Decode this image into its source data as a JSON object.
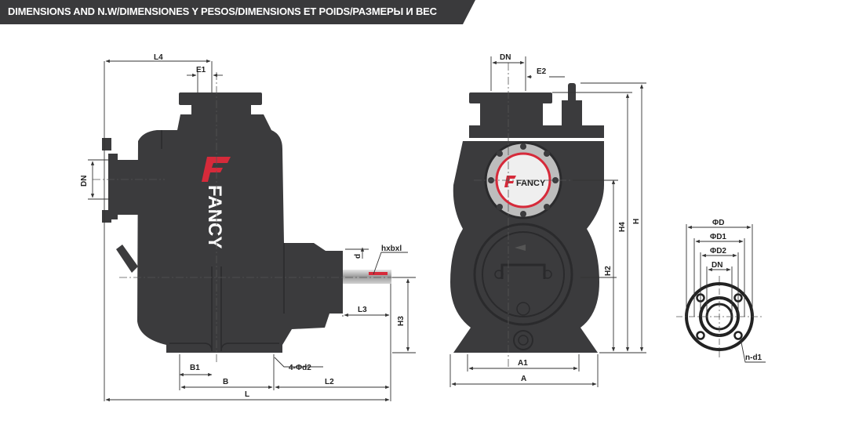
{
  "header": {
    "title": "DIMENSIONS AND N.W/DIMENSIONES Y PESOS/DIMENSIONS ET POIDS/РАЗМЕРЫ И ВЕС"
  },
  "brand": {
    "name": "FANCY",
    "accent_color": "#d62a3a"
  },
  "colors": {
    "banner": "#3a3a3c",
    "pump_body": "#3b3b3d",
    "pump_dark": "#2b2b2d",
    "flange_face": "#bdbdbd",
    "dimension_line": "#333333"
  },
  "side_view": {
    "labels": {
      "L4": "L4",
      "E1": "E1",
      "DN": "DN",
      "d": "d",
      "hxbxl": "hxbxl",
      "L3": "L3",
      "H3": "H3",
      "B1": "B1",
      "bolt": "4-Φd2",
      "B": "B",
      "L2": "L2",
      "L": "L"
    }
  },
  "front_view": {
    "labels": {
      "DN": "DN",
      "E2": "E2",
      "H4": "H4",
      "H": "H",
      "H2": "H2",
      "A1": "A1",
      "A": "A"
    }
  },
  "flange_view": {
    "labels": {
      "D": "ΦD",
      "D1": "ΦD1",
      "D2": "ΦD2",
      "DN": "DN",
      "nd1": "n-d1"
    }
  }
}
